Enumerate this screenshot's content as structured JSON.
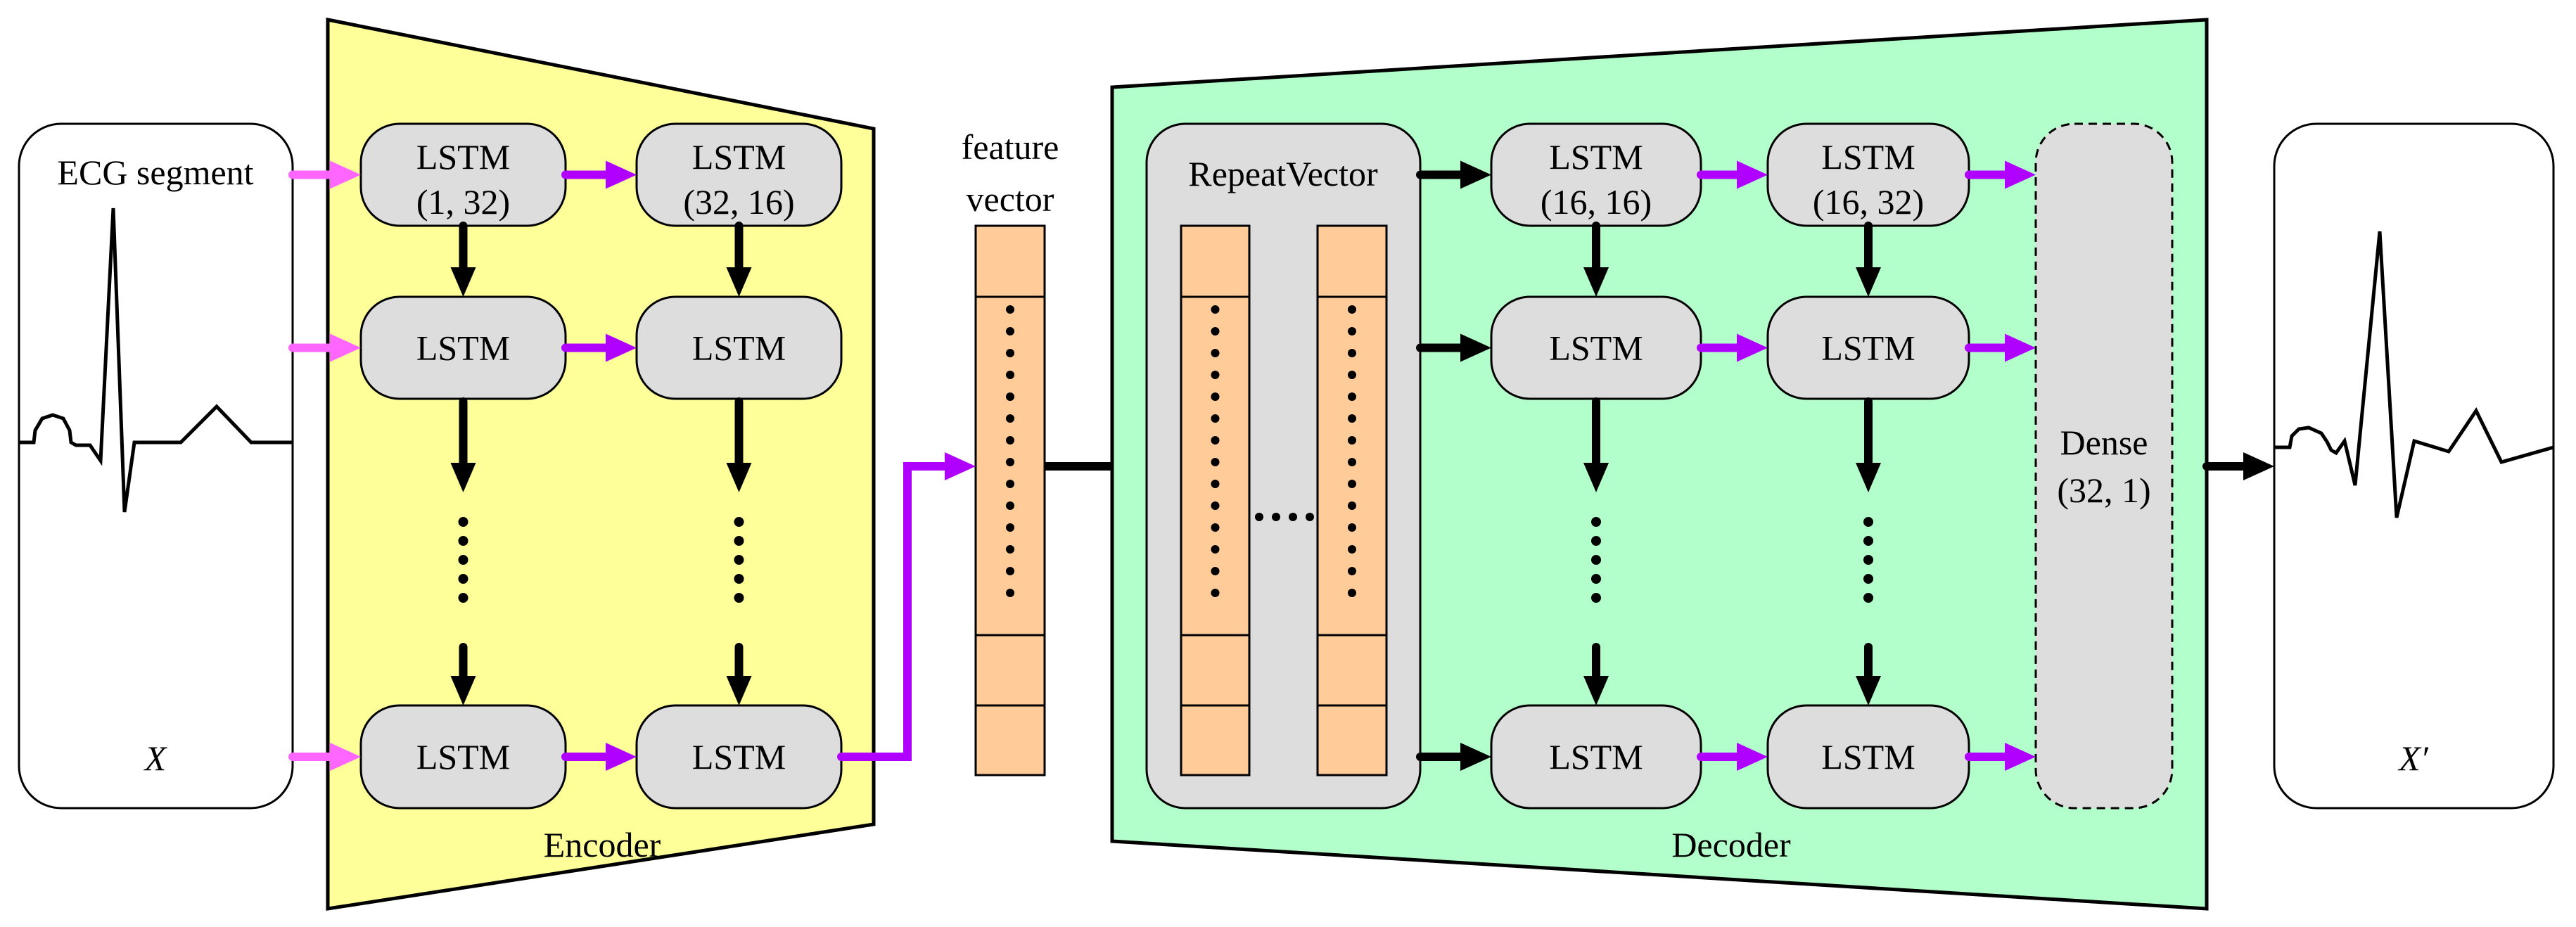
{
  "figure": {
    "type": "LSTM autoencoder architecture",
    "colors": {
      "encoder_fill": "#ffff99",
      "decoder_fill": "#b3ffcc",
      "block_fill": "#dddddd",
      "vector_fill": "#ffcc99",
      "input_arrow": "#ff66ff",
      "sequence_arrow": "#b000ff",
      "flow_arrow": "#000000"
    }
  },
  "input": {
    "title": "ECG segment",
    "symbol": "X"
  },
  "encoder": {
    "label": "Encoder",
    "columns": [
      {
        "name": "LSTM",
        "shape": "(1, 32)"
      },
      {
        "name": "LSTM",
        "shape": "(32, 16)"
      }
    ],
    "cell_label": "LSTM"
  },
  "feature_vector": {
    "line1": "feature",
    "line2": "vector"
  },
  "decoder": {
    "label": "Decoder",
    "repeat_vector": "RepeatVector",
    "columns": [
      {
        "name": "LSTM",
        "shape": "(16, 16)"
      },
      {
        "name": "LSTM",
        "shape": "(16, 32)"
      }
    ],
    "cell_label": "LSTM",
    "dense": {
      "name": "Dense",
      "shape": "(32, 1)"
    }
  },
  "output": {
    "symbol": "X′"
  }
}
